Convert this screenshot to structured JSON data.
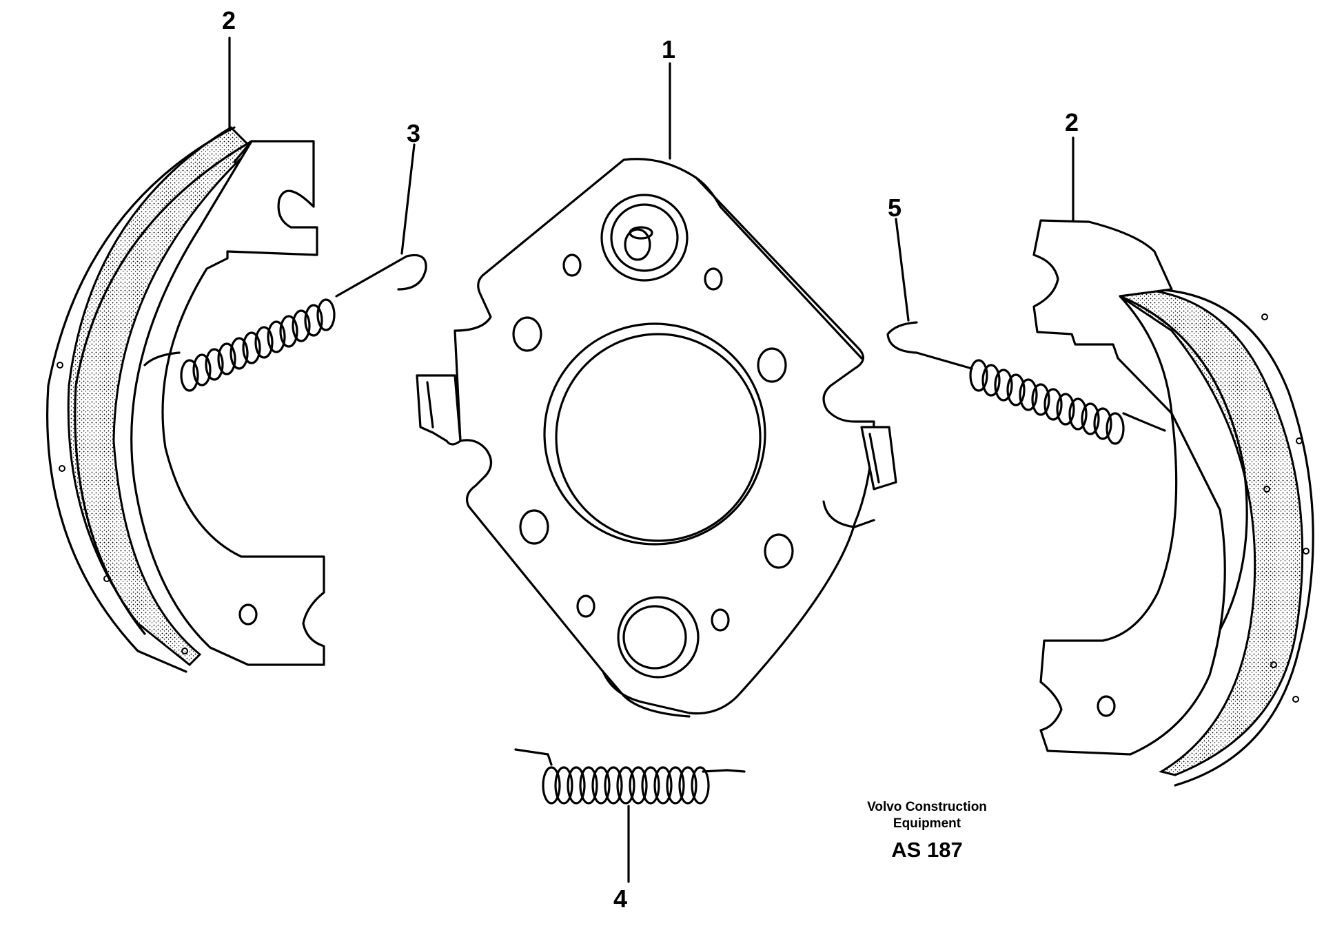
{
  "diagram": {
    "callouts": [
      {
        "id": "c1",
        "label": "1",
        "part": "backing-plate"
      },
      {
        "id": "c2a",
        "label": "2",
        "part": "brake-shoe-left"
      },
      {
        "id": "c2b",
        "label": "2",
        "part": "brake-shoe-right"
      },
      {
        "id": "c3",
        "label": "3",
        "part": "upper-return-spring"
      },
      {
        "id": "c4",
        "label": "4",
        "part": "lower-return-spring"
      },
      {
        "id": "c5",
        "label": "5",
        "part": "return-spring-right"
      }
    ],
    "caption": {
      "brand_line1": "Volvo Construction",
      "brand_line2": "Equipment",
      "code": "AS 187"
    },
    "colors": {
      "ink": "#000000",
      "paper": "#ffffff"
    }
  }
}
